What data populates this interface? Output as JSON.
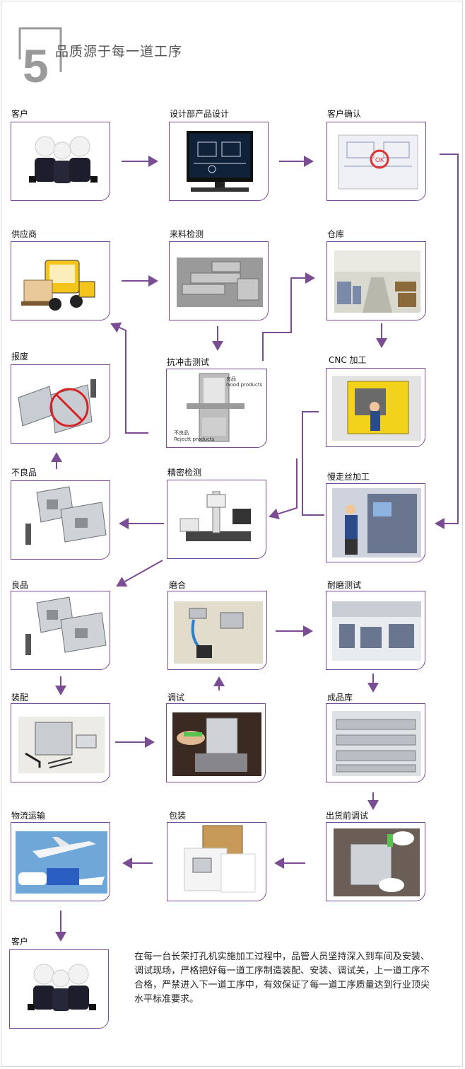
{
  "header": {
    "number": "5",
    "title": "品质源于每一道工序"
  },
  "steps": {
    "customer1": "客户",
    "design": "设计部产品设计",
    "confirm": "客户确认",
    "supplier": "供应商",
    "incoming": "来料检测",
    "warehouse": "仓库",
    "scrap": "报废",
    "impact": "抗冲击测试",
    "cnc": "CNC 加工",
    "defective": "不良品",
    "precision": "精密检测",
    "wire": "慢走丝加工",
    "good": "良品",
    "grinding": "磨合",
    "wear": "耐磨测试",
    "assembly": "装配",
    "debug": "调试",
    "finished": "成品库",
    "logistics": "物流运输",
    "packing": "包装",
    "predelivery": "出货前调试",
    "customer2": "客户"
  },
  "impact_labels": {
    "good_cn": "良品",
    "good_en": "Good products",
    "reject_cn": "不良品",
    "reject_en": "Rejectt products"
  },
  "paragraph": "在每一台长荣打孔机实施加工过程中，品管人员坚持深入到车间及安装、调试现场，严格把好每一道工序制造装配、安装、调试关，上一道工序不合格，严禁进入下一道工序中，有效保证了每一道工序质量达到行业顶尖水平标准要求。",
  "colors": {
    "accent": "#7a4c93",
    "header_gray": "#9a9a9a"
  }
}
